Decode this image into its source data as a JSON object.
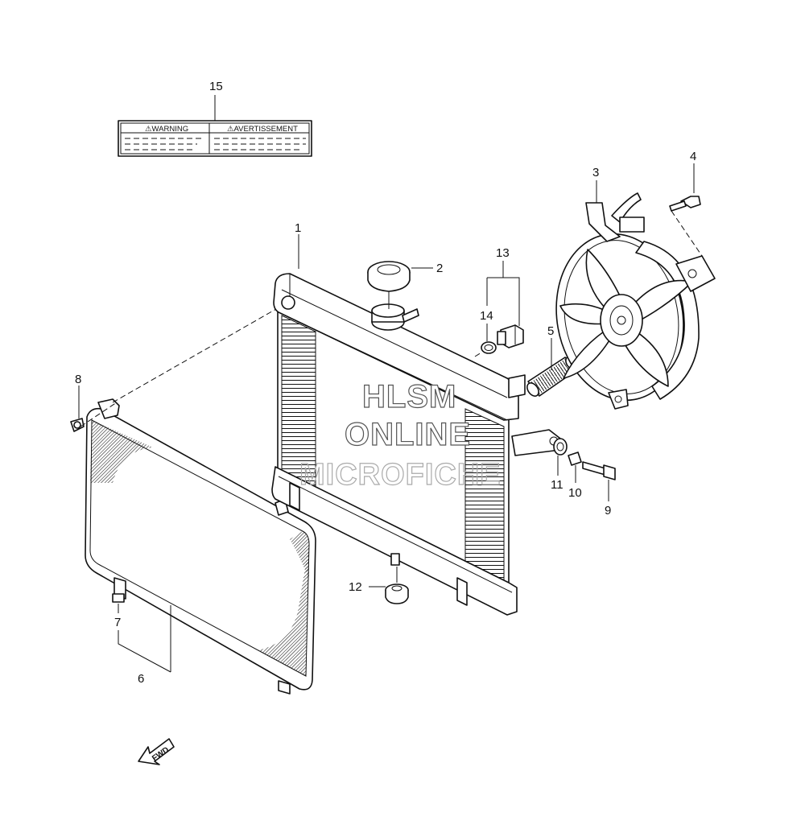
{
  "callouts": [
    {
      "id": "c1",
      "text": "1"
    },
    {
      "id": "c2",
      "text": "2"
    },
    {
      "id": "c3",
      "text": "3"
    },
    {
      "id": "c4",
      "text": "4"
    },
    {
      "id": "c5",
      "text": "5"
    },
    {
      "id": "c6",
      "text": "6"
    },
    {
      "id": "c7",
      "text": "7"
    },
    {
      "id": "c8",
      "text": "8"
    },
    {
      "id": "c9",
      "text": "9"
    },
    {
      "id": "c10",
      "text": "10"
    },
    {
      "id": "c11",
      "text": "11"
    },
    {
      "id": "c12",
      "text": "12"
    },
    {
      "id": "c13",
      "text": "13"
    },
    {
      "id": "c14",
      "text": "14"
    },
    {
      "id": "c15",
      "text": "15"
    }
  ],
  "warning_label": {
    "left": "⚠WARNING",
    "right": "⚠AVERTISSEMENT"
  },
  "watermark": [
    "HLSM",
    "ONLINE",
    "MICROFICHE"
  ],
  "direction_arrow": "FWD"
}
